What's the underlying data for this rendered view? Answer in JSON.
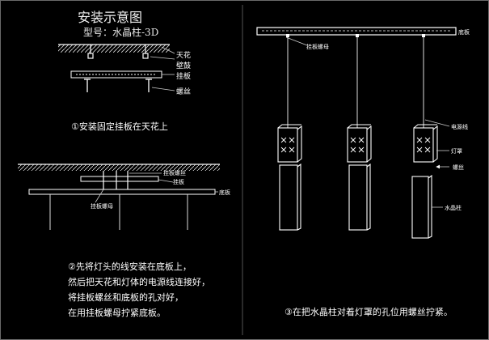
{
  "title": "安装示意图",
  "subtitle": "型号：水晶柱-3D",
  "step1": {
    "labels": {
      "ceiling": "天花",
      "wall_anchor": "壁鼓",
      "mount_plate": "挂板",
      "screw": "螺丝"
    },
    "caption": "①安装固定挂板在天花上"
  },
  "step2": {
    "labels": {
      "plate_screw": "挂板螺丝",
      "mount_plate": "挂板",
      "base_plate": "底板",
      "plate_nut": "挂板螺母"
    },
    "caption": [
      "②先将灯头的线安装在底板上，",
      "然后把天花和灯体的电源线连接好，",
      "将挂板螺丝和底板的孔对好，",
      "在用挂板螺母拧紧底板。"
    ]
  },
  "step3": {
    "labels": {
      "base_plate": "底板",
      "plate_nut": "挂板螺母",
      "power_cord": "电源线",
      "shade": "灯罩",
      "screw": "螺丝",
      "crystal_pillar": "水晶柱"
    },
    "caption": "③在把水晶柱对着灯罩的孔位用螺丝拧紧。"
  }
}
